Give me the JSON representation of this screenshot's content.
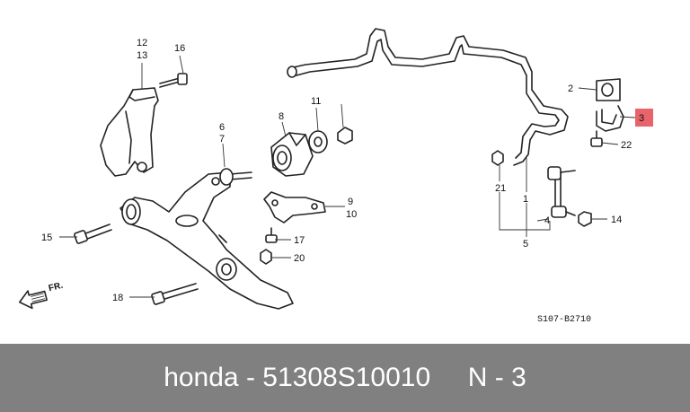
{
  "footer": {
    "text": "honda - 51308S10010     N - 3"
  },
  "diagram": {
    "code": "S107-B2710",
    "direction_label": "FR.",
    "highlight_color": "#e8636b",
    "callouts": {
      "c1": "1",
      "c2": "2",
      "c3": "3",
      "c4": "4",
      "c5": "5",
      "c6": "6",
      "c7": "7",
      "c8": "8",
      "c9": "9",
      "c10": "10",
      "c11": "11",
      "c12": "12",
      "c13": "13",
      "c14": "14",
      "c15": "15",
      "c16": "16",
      "c17": "17",
      "c18": "18",
      "c20": "20",
      "c21": "21",
      "c22": "22"
    }
  }
}
